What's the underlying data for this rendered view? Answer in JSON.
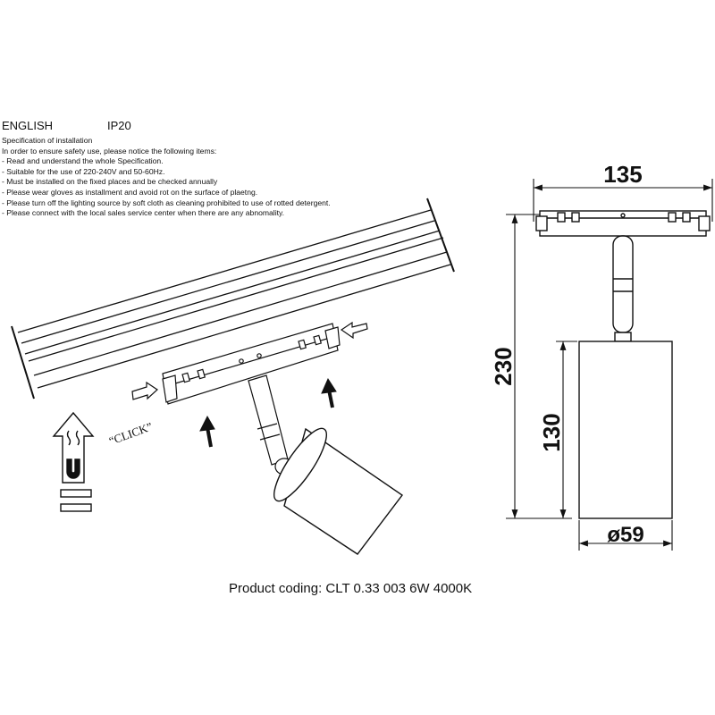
{
  "header": {
    "language": "ENGLISH",
    "ip_rating": "IP20"
  },
  "spec": {
    "title": "Specification of installation",
    "intro": "In order to ensure safety use, please notice the following items:",
    "items": [
      "Read and understand the whole Specification.",
      "Suitable for the use of 220-240V and 50-60Hz.",
      "Must be installed on the fixed places and be checked annually",
      "Please wear gloves as installment and avoid rot on the surface of plaetng.",
      "Please turn off the lighting source by soft cloth as cleaning prohibited to use of rotted detergent.",
      "Please connect with the local sales service center when there are any abnomality."
    ]
  },
  "diagram": {
    "click_label": "“CLICK”"
  },
  "dimensions": {
    "width": "135",
    "height": "230",
    "body_length": "130",
    "diameter": "ø59"
  },
  "product": {
    "coding": "Product coding: CLT 0.33 003 6W 4000K"
  },
  "colors": {
    "line": "#111111",
    "background": "#ffffff"
  }
}
